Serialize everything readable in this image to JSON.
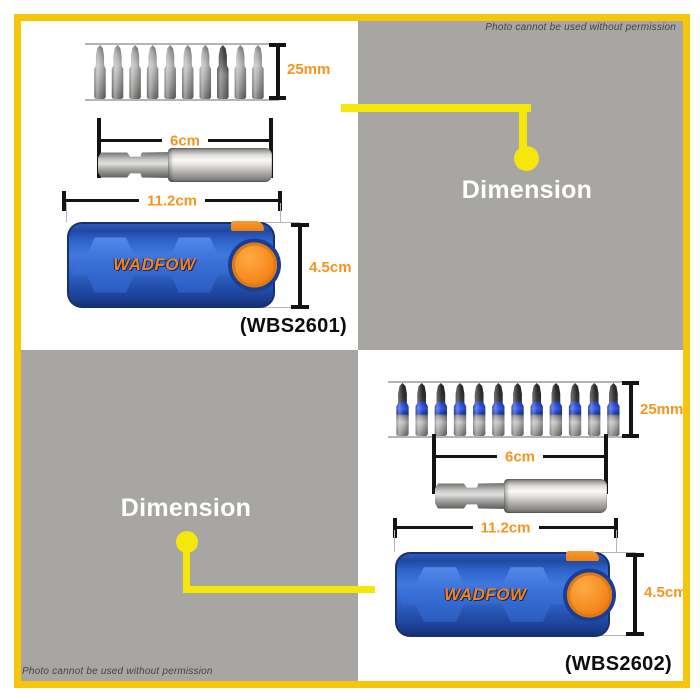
{
  "watermarks": {
    "top_right": "Photo cannot be used without permission",
    "bottom_left": "Photo cannot be used without permission"
  },
  "callouts": {
    "top_right_title": "Dimension",
    "bottom_left_title": "Dimension"
  },
  "products": [
    {
      "model": "(WBS2601)",
      "brand": "WADFOW",
      "bits": {
        "count": 10,
        "style": "plain",
        "length_label": "25mm"
      },
      "holder": {
        "length_label": "6cm"
      },
      "case": {
        "width_label": "11.2cm",
        "height_label": "4.5cm"
      }
    },
    {
      "model": "(WBS2602)",
      "brand": "WADFOW",
      "bits": {
        "count": 12,
        "style": "colored",
        "length_label": "25mm"
      },
      "holder": {
        "length_label": "6cm"
      },
      "case": {
        "width_label": "11.2cm",
        "height_label": "4.5cm"
      }
    }
  ],
  "colors": {
    "frame_yellow": "#f6c60a",
    "callout_yellow": "#f6e70b",
    "background_gray": "#a8a6a3",
    "dimension_orange": "#f7941e",
    "case_blue": "#2f63cc",
    "case_navy": "#16316f",
    "case_orange": "#f68a1f",
    "dimension_line_black": "#141414"
  }
}
